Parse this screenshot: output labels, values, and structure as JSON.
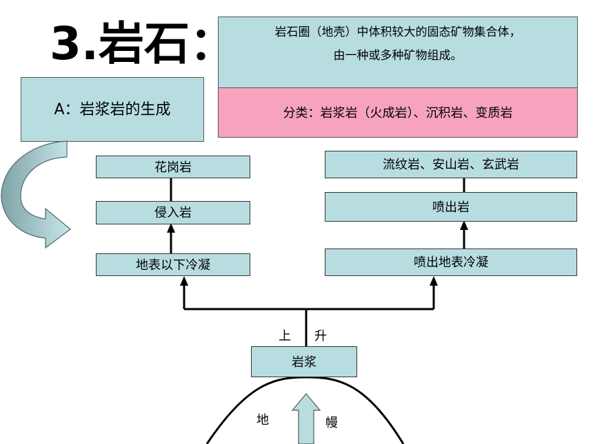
{
  "title": "3.岩石：",
  "definition": {
    "line1": "岩石圈（地壳）中体积较大的固态矿物集合体，",
    "line2": "由一种或多种矿物组成。"
  },
  "classification": "分类：岩浆岩（火成岩）、沉积岩、变质岩",
  "subtitle": "A：岩浆岩的生成",
  "left_branch": {
    "top": "花岗岩",
    "middle": "侵入岩",
    "bottom": "地表以下冷凝"
  },
  "right_branch": {
    "top": "流纹岩、安山岩、玄武岩",
    "middle": "喷出岩",
    "bottom": "喷出地表冷凝"
  },
  "rise_left": "上",
  "rise_right": "升",
  "magma": "岩浆",
  "mantle_left": "地",
  "mantle_right": "幔",
  "colors": {
    "box_fill": "#b7dde1",
    "pink_fill": "#f7a3bd"
  }
}
